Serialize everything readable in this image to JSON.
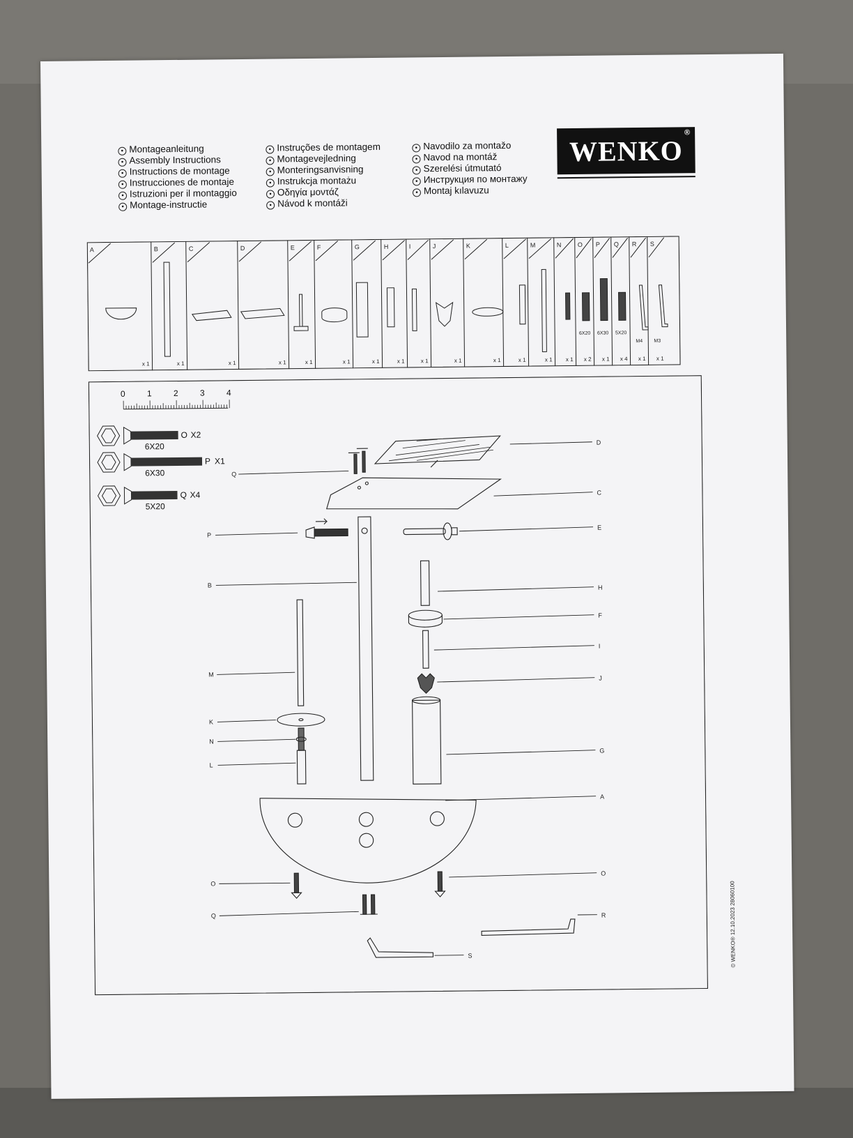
{
  "languages": {
    "col1": [
      "Montageanleitung",
      "Assembly Instructions",
      "Instructions de montage",
      "Instrucciones de montaje",
      "Istruzioni per il montaggio",
      "Montage-instructie"
    ],
    "col2": [
      "Instruções de montagem",
      "Montagevejledning",
      "Monteringsanvisning",
      "Instrukcja montażu",
      "Οδηγία μοντάζ",
      "Návod k montáži"
    ],
    "col3": [
      "Navodilo za montažo",
      "Navod na montáž",
      "Szerelési útmutató",
      "Инструкция по монтажу",
      "Montaj kılavuzu"
    ]
  },
  "brand": {
    "name": "WENKO",
    "reg": "®"
  },
  "parts": [
    {
      "letter": "A",
      "qty": "x 1"
    },
    {
      "letter": "B",
      "qty": "x 1"
    },
    {
      "letter": "C",
      "qty": "x 1"
    },
    {
      "letter": "D",
      "qty": "x 1"
    },
    {
      "letter": "E",
      "qty": "x 1"
    },
    {
      "letter": "F",
      "qty": "x 1"
    },
    {
      "letter": "G",
      "qty": "x 1"
    },
    {
      "letter": "H",
      "qty": "x 1"
    },
    {
      "letter": "I",
      "qty": "x 1"
    },
    {
      "letter": "J",
      "qty": "x 1"
    },
    {
      "letter": "K",
      "qty": "x 1"
    },
    {
      "letter": "L",
      "qty": "x 1"
    },
    {
      "letter": "M",
      "qty": "x 1"
    },
    {
      "letter": "N",
      "qty": "x 1"
    },
    {
      "letter": "O",
      "qty": "x 2",
      "code": "6X20"
    },
    {
      "letter": "P",
      "qty": "x 1",
      "code": "6X30"
    },
    {
      "letter": "Q",
      "qty": "x 4",
      "code": "5X20"
    },
    {
      "letter": "R",
      "qty": "x 1",
      "code": "M4"
    },
    {
      "letter": "S",
      "qty": "x 1",
      "code": "M3"
    }
  ],
  "ruler": {
    "ticks": [
      "0",
      "1",
      "2",
      "3",
      "4"
    ]
  },
  "screws": [
    {
      "letter": "O",
      "mult": "X2",
      "size": "6X20"
    },
    {
      "letter": "P",
      "mult": "X1",
      "size": "6X30"
    },
    {
      "letter": "Q",
      "mult": "X4",
      "size": "5X20"
    }
  ],
  "callouts": {
    "left": [
      "Q",
      "P",
      "B",
      "M",
      "K",
      "N",
      "L",
      "O",
      "Q"
    ],
    "right": [
      "D",
      "C",
      "E",
      "H",
      "F",
      "I",
      "J",
      "G",
      "A",
      "O",
      "R"
    ],
    "bottom": "S"
  },
  "footer": "© WENKO® 12.10.2023 28060100"
}
